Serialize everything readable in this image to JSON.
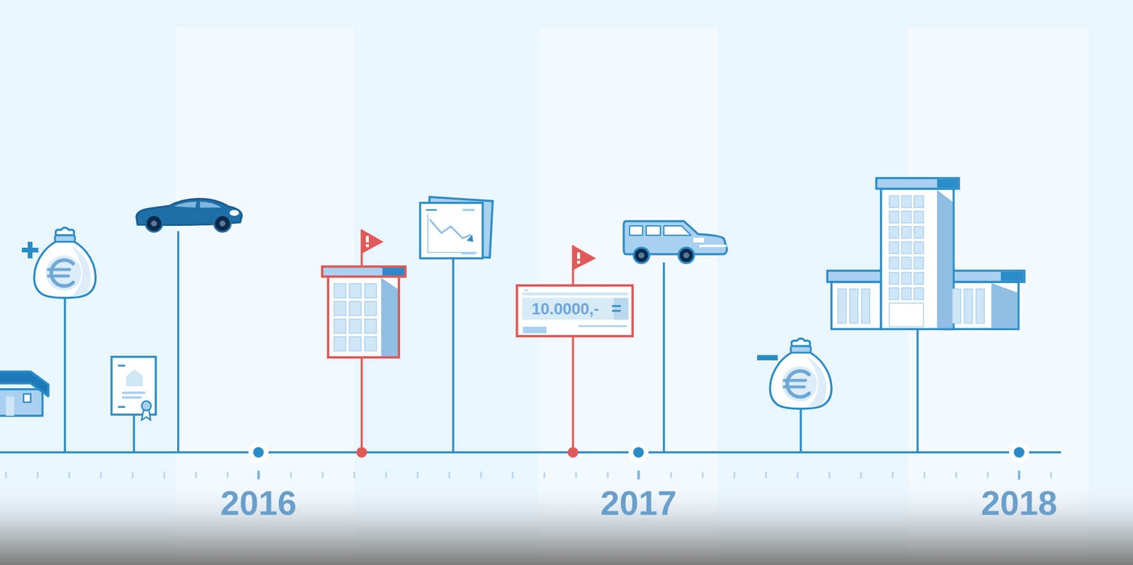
{
  "diagram": {
    "labels": [
      "10.0000,-",
      "2016",
      "2017",
      "2018"
    ]
  }
}
